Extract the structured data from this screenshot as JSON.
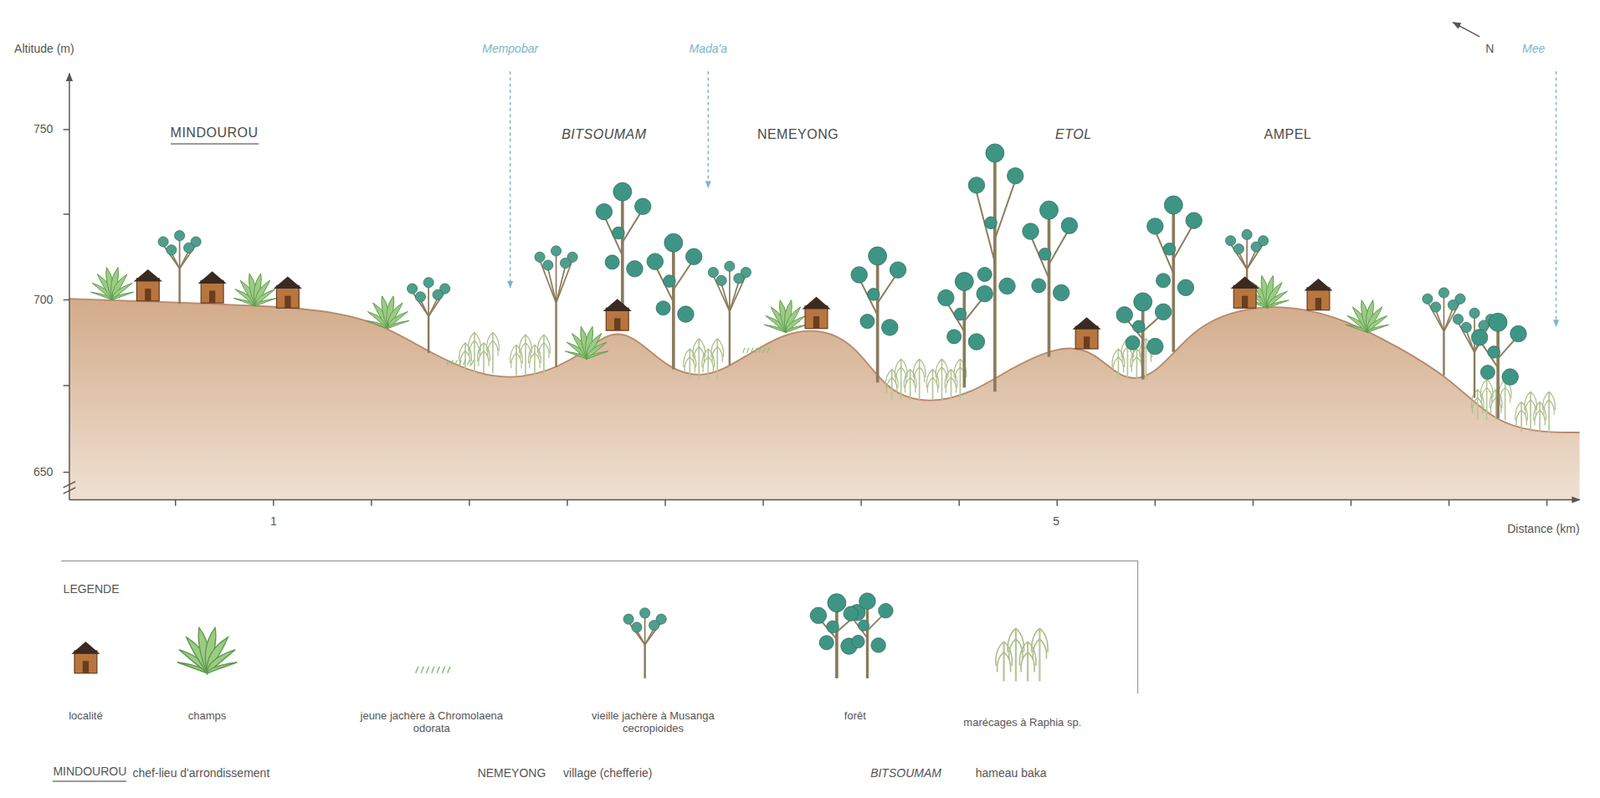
{
  "diagram": {
    "labels": [
      "Altitude (m)",
      "750",
      "700",
      "650",
      "Mempobar",
      "Mada'a",
      "N",
      "Mee",
      "MINDOUROU",
      "BITSOUMAM",
      "NEMEYONG",
      "ETOL",
      "AMPEL",
      "1",
      "5",
      "Distance (km)",
      "LEGENDE",
      "MINDOUROU",
      "NEMEYONG",
      "BITSOUMAM"
    ],
    "legend": [
      {
        "text": "localité"
      },
      {
        "text": "champs"
      },
      {
        "text": "jeune jachère à Chromolaena odorata"
      },
      {
        "text": "vieille jachère à Musanga cecropioides"
      },
      {
        "text": "forêt"
      },
      {
        "text": "marécages à Raphia sp."
      },
      {
        "text": "chef-lieu d'arrondissement"
      },
      {
        "text": "village (chefferie)"
      },
      {
        "text": "hameau baka"
      }
    ]
  }
}
